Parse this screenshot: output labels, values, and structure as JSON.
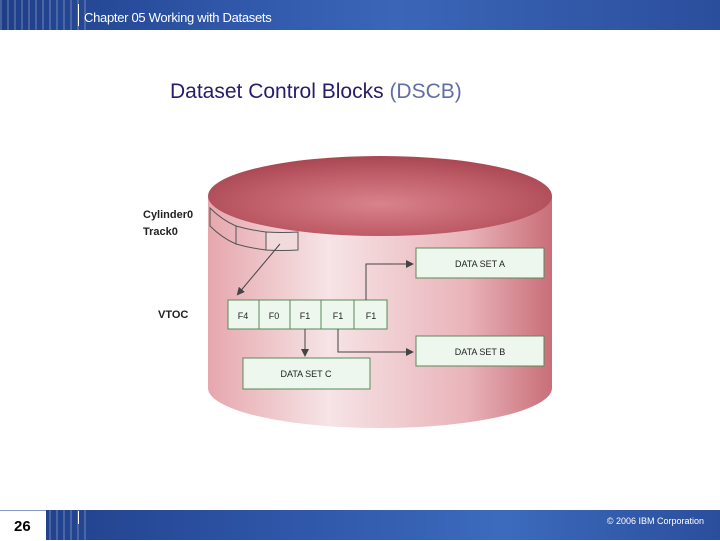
{
  "header": {
    "chapter": "Chapter 05 Working with Datasets"
  },
  "slide": {
    "title_main": "Dataset Control Blocks",
    "title_paren": "(DSCB)"
  },
  "diagram": {
    "cylinder_label": "Cylinder0",
    "track_label": "Track0",
    "vtoc_label": "VTOC",
    "vtoc_cells": [
      "F4",
      "F0",
      "F1",
      "F1",
      "F1"
    ],
    "data_set_a": "DATA SET A",
    "data_set_b": "DATA SET B",
    "data_set_c": "DATA SET C"
  },
  "footer": {
    "page_number": "26",
    "copyright": "© 2006 IBM Corporation"
  },
  "colors": {
    "bar_blue": "#2f56a8",
    "disk_red": "#c9707a",
    "box_green": "#eef7ee",
    "box_border": "#5a8a5a"
  }
}
